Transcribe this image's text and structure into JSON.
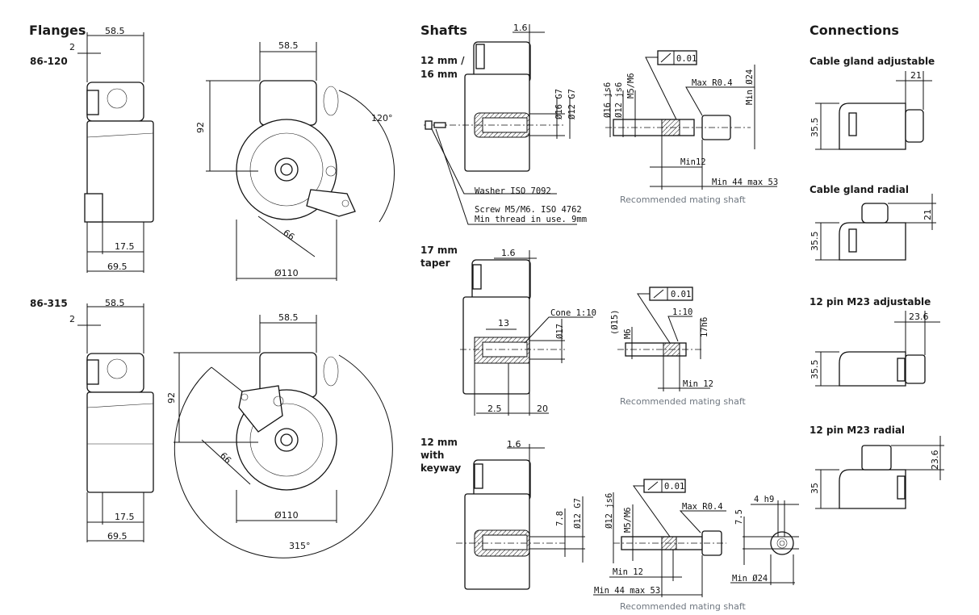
{
  "flanges": {
    "title": "Flanges",
    "f120": {
      "label": "86-120",
      "side_width": "58.5",
      "side_offset": "2",
      "side_17_5": "17.5",
      "side_69_5": "69.5",
      "front_width": "58.5",
      "front_height": "92",
      "angle": "120°",
      "radius": "66",
      "diameter": "Ø110"
    },
    "f315": {
      "label": "86-315",
      "side_width": "58.5",
      "side_offset": "2",
      "side_17_5": "17.5",
      "side_69_5": "69.5",
      "front_width": "58.5",
      "front_height": "92",
      "angle": "315°",
      "radius": "66",
      "diameter": "Ø110"
    }
  },
  "shafts": {
    "title": "Shafts",
    "s12_16": {
      "label_line1": "12 mm /",
      "label_line2": "16 mm",
      "offset": "1.6",
      "bore1": "Ø16 G7",
      "bore2": "Ø12 G7",
      "washer": "Washer ISO 7092",
      "screw": "Screw M5/M6. ISO 4762",
      "thread": "Min thread in use. 9mm",
      "mating": {
        "tolerance": "0.01",
        "d1": "Ø16 js6",
        "d2": "Ø12 js6",
        "thread": "M5/M6",
        "radius": "Max R0.4",
        "min_diam": "Min Ø24",
        "min_len": "Min12",
        "length": "Min 44 max 53",
        "caption": "Recommended mating shaft"
      }
    },
    "s17": {
      "label_line1": "17 mm",
      "label_line2": "taper",
      "offset": "1.6",
      "cone": "Cone 1:10",
      "depth": "13",
      "bore": "Ø17",
      "d_2_5": "2.5",
      "d_20": "20",
      "mating": {
        "tolerance": "0.01",
        "d1": "(Ø15)",
        "thread": "M6",
        "taper": "1:10",
        "fit": "17h6",
        "min_len": "Min 12",
        "caption": "Recommended mating shaft"
      }
    },
    "s12_key": {
      "label_line1": "12 mm",
      "label_line2": "with",
      "label_line3": "keyway",
      "offset": "1.6",
      "key_height": "7.8",
      "bore": "Ø12 G7",
      "mating": {
        "tolerance": "0.01",
        "d1": "Ø12 js6",
        "thread": "M5/M6",
        "radius": "Max R0.4",
        "min_len": "Min 12",
        "length": "Min 44 max 53",
        "key": "4 h9",
        "key_height": "7.5",
        "min_diam": "Min Ø24",
        "caption": "Recommended mating shaft"
      }
    }
  },
  "connections": {
    "title": "Connections",
    "items": [
      {
        "label": "Cable gland adjustable",
        "dim_a": "21",
        "dim_b": "35.5"
      },
      {
        "label": "Cable gland radial",
        "dim_a": "21",
        "dim_b": "35.5"
      },
      {
        "label": "12 pin M23 adjustable",
        "dim_a": "23.6",
        "dim_b": "35.5"
      },
      {
        "label": "12 pin M23 radial",
        "dim_a": "23.6",
        "dim_b": "35"
      }
    ]
  }
}
